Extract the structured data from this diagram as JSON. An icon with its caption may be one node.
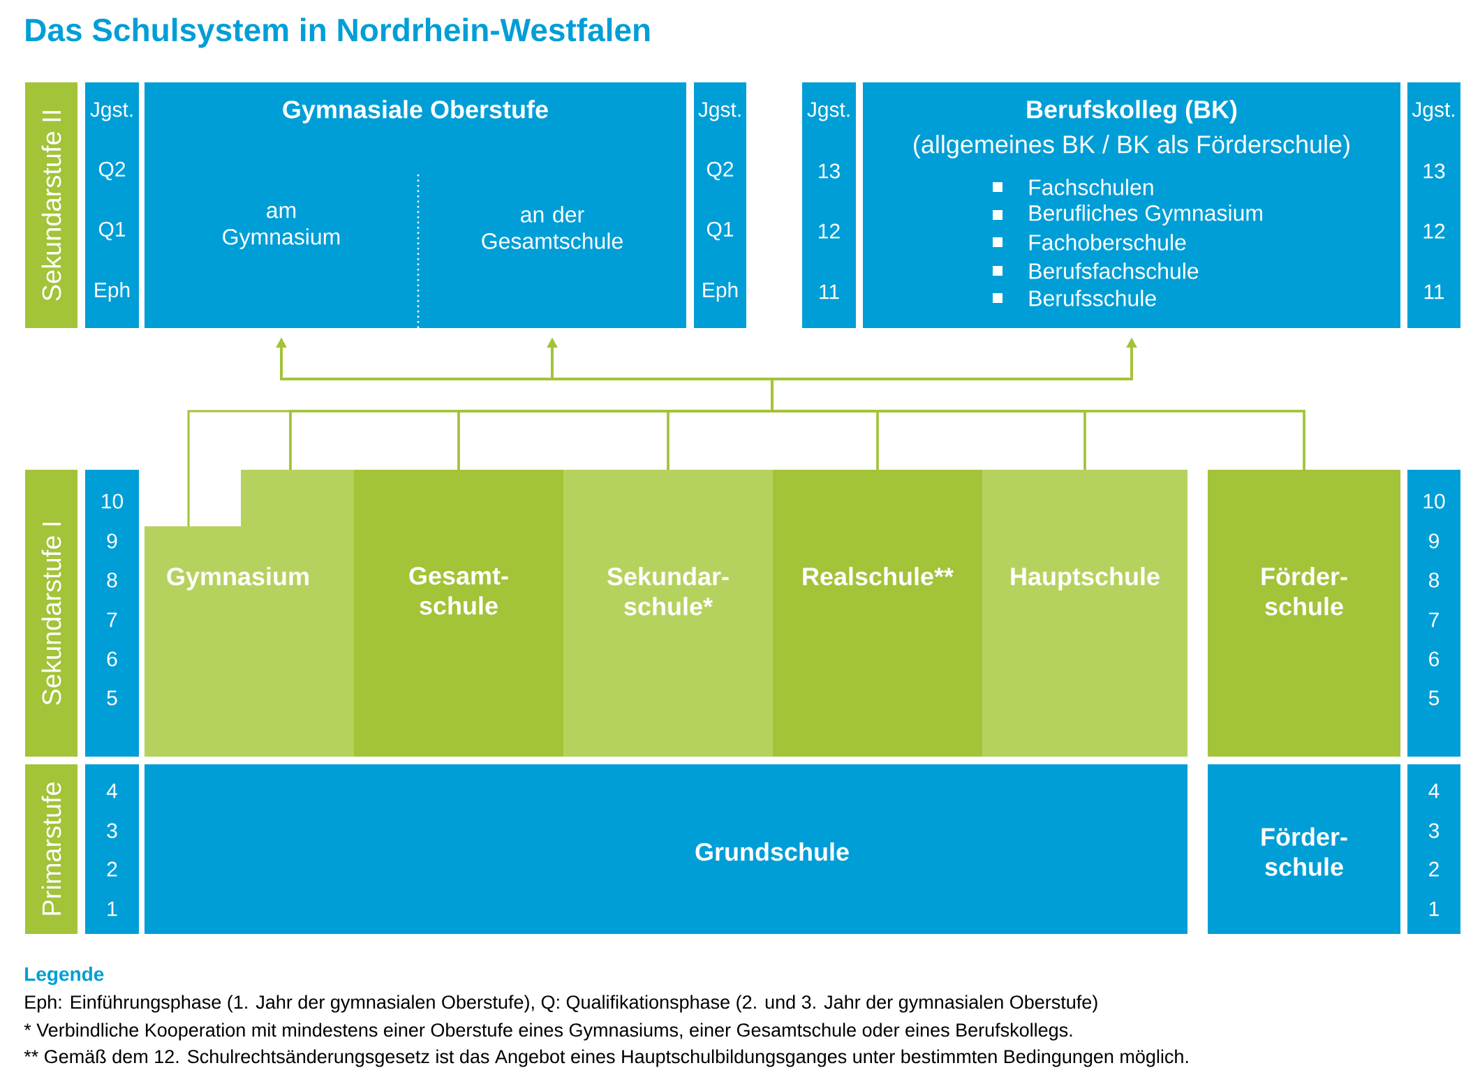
{
  "diagram": {
    "title": "Das Schulsystem in Nordrhein-Westfalen",
    "nodes": [
      {
        "text": [
          "Sekundarstufe II"
        ]
      },
      {
        "text": [
          "Jgst.",
          "Q2",
          "Q1",
          "Eph"
        ]
      },
      {
        "text": [
          "Gymnasiale Oberstufe"
        ]
      },
      {
        "text": [
          "am Gymnasium"
        ],
        "in": 2
      },
      {
        "text": [
          "an der Gesamtschule"
        ],
        "in": 2
      },
      {
        "text": [
          "Jgst.",
          "Q2",
          "Q1",
          "Eph"
        ]
      },
      {
        "text": [
          "Jgst.",
          "13",
          "12",
          "11"
        ]
      },
      {
        "text": [
          "Berufskolleg (BK)",
          "(allgemeines BK / BK als Förderschule)",
          "Fachschulen",
          "Berufliches Gymnasium",
          "Fachoberschule",
          "Berufsfachschule",
          "Berufsschule"
        ]
      },
      {
        "text": [
          "Jgst.",
          "13",
          "12",
          "11"
        ]
      },
      {
        "text": [
          "Sekundarstufe I"
        ]
      },
      {
        "text": [
          "10",
          "9",
          "8",
          "7",
          "6",
          "5"
        ]
      },
      {
        "text": [
          "Gymnasium"
        ]
      },
      {
        "text": [
          "Gesamt- schule"
        ]
      },
      {
        "text": [
          "Sekundar- schule*"
        ]
      },
      {
        "text": [
          "Realschule**"
        ]
      },
      {
        "text": [
          "Hauptschule"
        ]
      },
      {
        "text": [
          "Förder- schule"
        ]
      },
      {
        "text": [
          "10",
          "9",
          "8",
          "7",
          "6",
          "5"
        ]
      },
      {
        "text": [
          "Primarstufe"
        ]
      },
      {
        "text": [
          "4",
          "3",
          "2",
          "1"
        ]
      },
      {
        "text": [
          "Grundschule"
        ]
      },
      {
        "text": [
          "Förder- schule"
        ]
      },
      {
        "text": [
          "4",
          "3",
          "2",
          "1"
        ]
      }
    ],
    "edges": [
      {
        "from": 11,
        "to": 3,
        "arrow": "to"
      },
      {
        "from": 11,
        "to": 4,
        "arrow": "to"
      },
      {
        "from": 11,
        "to": 7,
        "arrow": "to"
      },
      {
        "from": 12,
        "to": 3,
        "arrow": "to"
      },
      {
        "from": 12,
        "to": 4,
        "arrow": "to"
      },
      {
        "from": 12,
        "to": 7,
        "arrow": "to"
      },
      {
        "from": 13,
        "to": 3,
        "arrow": "to"
      },
      {
        "from": 13,
        "to": 4,
        "arrow": "to"
      },
      {
        "from": 13,
        "to": 7,
        "arrow": "to"
      },
      {
        "from": 14,
        "to": 3,
        "arrow": "to"
      },
      {
        "from": 14,
        "to": 4,
        "arrow": "to"
      },
      {
        "from": 14,
        "to": 7,
        "arrow": "to"
      },
      {
        "from": 15,
        "to": 3,
        "arrow": "to"
      },
      {
        "from": 15,
        "to": 4,
        "arrow": "to"
      },
      {
        "from": 15,
        "to": 7,
        "arrow": "to"
      },
      {
        "from": 16,
        "to": 3,
        "arrow": "to"
      },
      {
        "from": 16,
        "to": 4,
        "arrow": "to"
      },
      {
        "from": 16,
        "to": 7,
        "arrow": "to"
      }
    ],
    "labels": [
      "Legende",
      "Eph: Einführungsphase (1. Jahr der gymnasialen Oberstufe), Q: Qualifikationsphase (2. und 3. Jahr der gymnasialen Oberstufe)",
      "* Verbindliche Kooperation mit mindestens einer Oberstufe eines Gymnasiums, einer Gesamtschule oder eines Berufskollegs.",
      "** Gemäß dem 12. Schulrechtsänderungsgesetz ist das Angebot eines Hauptschulbildungsganges unter bestimmten Bedingungen möglich."
    ]
  }
}
